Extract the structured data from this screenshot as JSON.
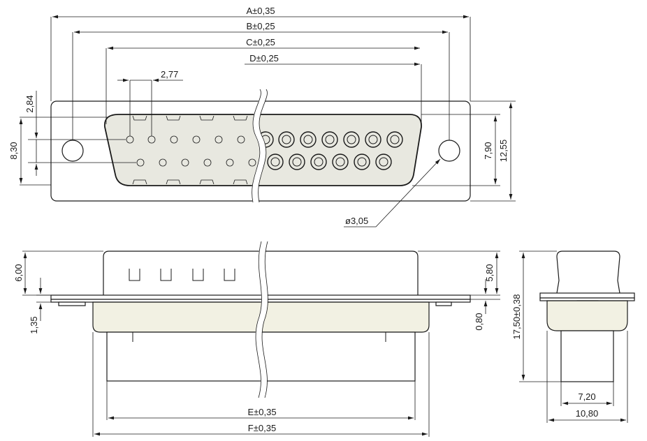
{
  "dimensions": {
    "a": "A±0,35",
    "b": "B±0,25",
    "c": "C±0,25",
    "d": "D±0,25",
    "e": "E±0,35",
    "f": "F±0,35",
    "pitch": "2,77",
    "row_offset": "2,84",
    "flange_inner": "8,30",
    "shell_height": "7,90",
    "flange_height": "12,55",
    "hole_diameter": "ø3,05",
    "shell_depth": "6,00",
    "shell_depth_inner": "5,80",
    "flange_thickness": "1,35",
    "plate_thickness": "0,80",
    "overall_height": "17,50±0,38",
    "pin_width": "7,20",
    "body_width": "10,80"
  }
}
